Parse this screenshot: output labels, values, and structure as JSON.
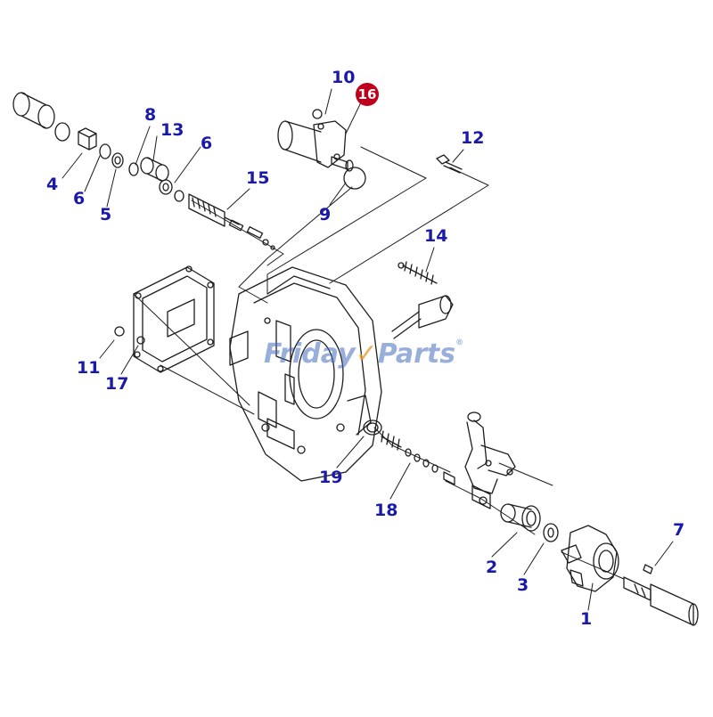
{
  "colors": {
    "callout_text": "#1a1aa8",
    "highlight_badge": "#c0001a",
    "line_art": "#1e1e1e",
    "watermark_blue": "#466ebe",
    "watermark_accent": "#e69628"
  },
  "watermark": {
    "part1": "Friday",
    "part2": "Parts",
    "registered": "®"
  },
  "callouts": {
    "c1": "1",
    "c2": "2",
    "c3": "3",
    "c4": "4",
    "c5": "5",
    "c6a": "6",
    "c6b": "6",
    "c7": "7",
    "c8": "8",
    "c9": "9",
    "c10": "10",
    "c11": "11",
    "c12": "12",
    "c13": "13",
    "c14": "14",
    "c15": "15",
    "c16": "16",
    "c17": "17",
    "c18": "18",
    "c19": "19"
  }
}
